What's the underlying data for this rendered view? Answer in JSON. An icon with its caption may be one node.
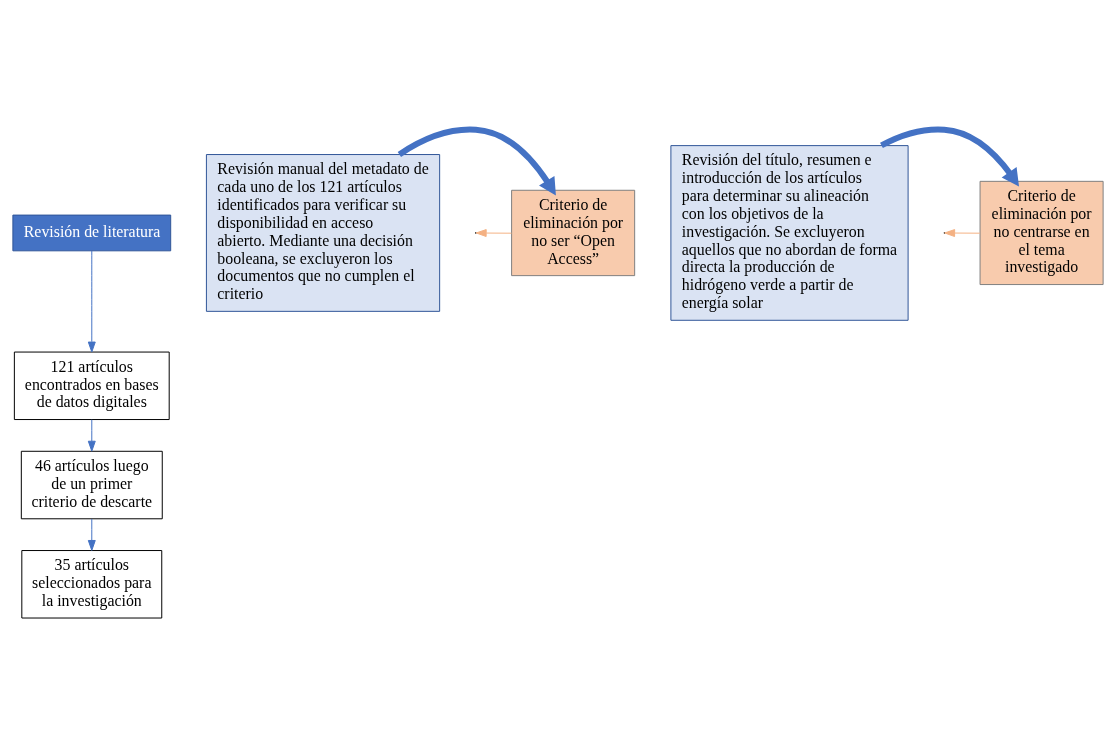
{
  "diagram": {
    "nodes": [
      {
        "text": [
          "Revisión de literatura"
        ]
      },
      {
        "text": [
          "121 artículos encontrados en bases de datos digitales"
        ]
      },
      {
        "text": [
          "46 artículos luego de un primer criterio de descarte"
        ]
      },
      {
        "text": [
          "35 artículos seleccionados para la investigación"
        ]
      },
      {
        "text": [
          "Criterio de eliminación por no ser “Open Access”"
        ]
      },
      {
        "text": [
          "Revisión manual del metadato de cada uno de los 121 artículos identificados para verificar su disponibilidad en acceso abierto. Mediante una decisión booleana, se excluyeron los documentos que no cumplen el criterio"
        ]
      },
      {
        "text": [
          "Criterio de eliminación por no centrarse en el tema investigado"
        ]
      },
      {
        "text": [
          "Revisión del título, resumen e introducción de los artículos para determinar su alineación con los objetivos de la investigación. Se excluyeron aquellos que no abordan de forma directa la producción de hidrógeno verde a partir de energía solar"
        ]
      }
    ],
    "edges": [
      {
        "from": 0,
        "to": 1,
        "arrow": "to"
      },
      {
        "from": 1,
        "to": 2,
        "arrow": "to"
      },
      {
        "from": 2,
        "to": 3,
        "arrow": "to"
      },
      {
        "from": 4,
        "to": null,
        "arrow": "to",
        "color": "#f4b183"
      },
      {
        "from": 5,
        "to": 4,
        "arrow": "to",
        "style": "thick"
      },
      {
        "from": 6,
        "to": null,
        "arrow": "to",
        "color": "#f4b183"
      },
      {
        "from": 7,
        "to": 6,
        "arrow": "to",
        "style": "thick"
      }
    ]
  }
}
